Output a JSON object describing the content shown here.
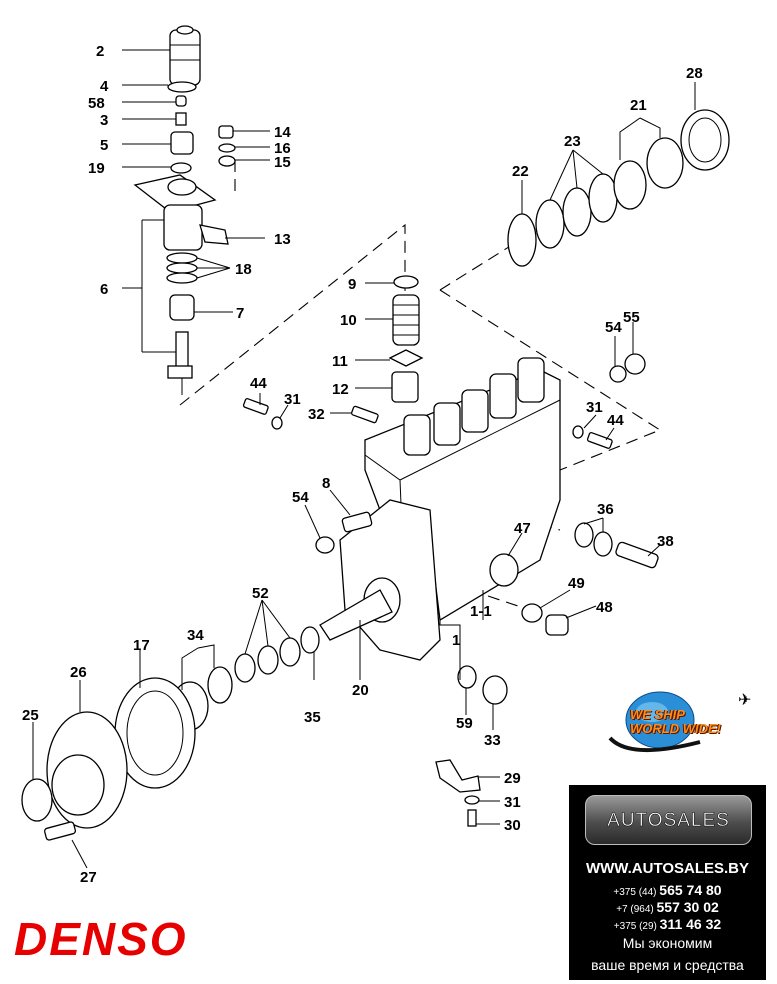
{
  "diagram": {
    "title": "Injection pump exploded view",
    "part_labels": [
      {
        "id": "p2",
        "text": "2"
      },
      {
        "id": "p4",
        "text": "4"
      },
      {
        "id": "p58",
        "text": "58"
      },
      {
        "id": "p3",
        "text": "3"
      },
      {
        "id": "p5",
        "text": "5"
      },
      {
        "id": "p19",
        "text": "19"
      },
      {
        "id": "p14",
        "text": "14"
      },
      {
        "id": "p16",
        "text": "16"
      },
      {
        "id": "p15",
        "text": "15"
      },
      {
        "id": "p13",
        "text": "13"
      },
      {
        "id": "p18",
        "text": "18"
      },
      {
        "id": "p6",
        "text": "6"
      },
      {
        "id": "p7",
        "text": "7"
      },
      {
        "id": "p9",
        "text": "9"
      },
      {
        "id": "p10",
        "text": "10"
      },
      {
        "id": "p11",
        "text": "11"
      },
      {
        "id": "p12",
        "text": "12"
      },
      {
        "id": "p32",
        "text": "32"
      },
      {
        "id": "p44a",
        "text": "44"
      },
      {
        "id": "p31a",
        "text": "31"
      },
      {
        "id": "p22",
        "text": "22"
      },
      {
        "id": "p23",
        "text": "23"
      },
      {
        "id": "p21",
        "text": "21"
      },
      {
        "id": "p28",
        "text": "28"
      },
      {
        "id": "p54a",
        "text": "54"
      },
      {
        "id": "p55",
        "text": "55"
      },
      {
        "id": "p31b",
        "text": "31"
      },
      {
        "id": "p44b",
        "text": "44"
      },
      {
        "id": "p8",
        "text": "8"
      },
      {
        "id": "p54b",
        "text": "54"
      },
      {
        "id": "p47",
        "text": "47"
      },
      {
        "id": "p36",
        "text": "36"
      },
      {
        "id": "p38",
        "text": "38"
      },
      {
        "id": "p49",
        "text": "49"
      },
      {
        "id": "p48",
        "text": "48"
      },
      {
        "id": "p1-1",
        "text": "1-1"
      },
      {
        "id": "p1",
        "text": "1"
      },
      {
        "id": "p52",
        "text": "52"
      },
      {
        "id": "p34",
        "text": "34"
      },
      {
        "id": "p17",
        "text": "17"
      },
      {
        "id": "p26",
        "text": "26"
      },
      {
        "id": "p25",
        "text": "25"
      },
      {
        "id": "p27",
        "text": "27"
      },
      {
        "id": "p35",
        "text": "35"
      },
      {
        "id": "p20",
        "text": "20"
      },
      {
        "id": "p59",
        "text": "59"
      },
      {
        "id": "p33",
        "text": "33"
      },
      {
        "id": "p29",
        "text": "29"
      },
      {
        "id": "p31c",
        "text": "31"
      },
      {
        "id": "p30",
        "text": "30"
      }
    ]
  },
  "brand": {
    "logo_text": "DENSO",
    "logo_color": "#e60000"
  },
  "shipping_badge": {
    "line1": "WE SHIP",
    "line2": "WORLD WIDE!",
    "plane_icon": "airplane-icon"
  },
  "advert": {
    "logo_text": "AUTOSALES",
    "url": "WWW.AUTOSALES.BY",
    "phones": [
      {
        "prefix": "+375 (44)",
        "number": "565 74 80"
      },
      {
        "prefix": "+7 (964)",
        "number": "557 30 02"
      },
      {
        "prefix": "+375 (29)",
        "number": "311 46 32"
      }
    ],
    "slogan_line1": "Мы экономим",
    "slogan_line2": "ваше время и средства",
    "background": "#000000"
  }
}
